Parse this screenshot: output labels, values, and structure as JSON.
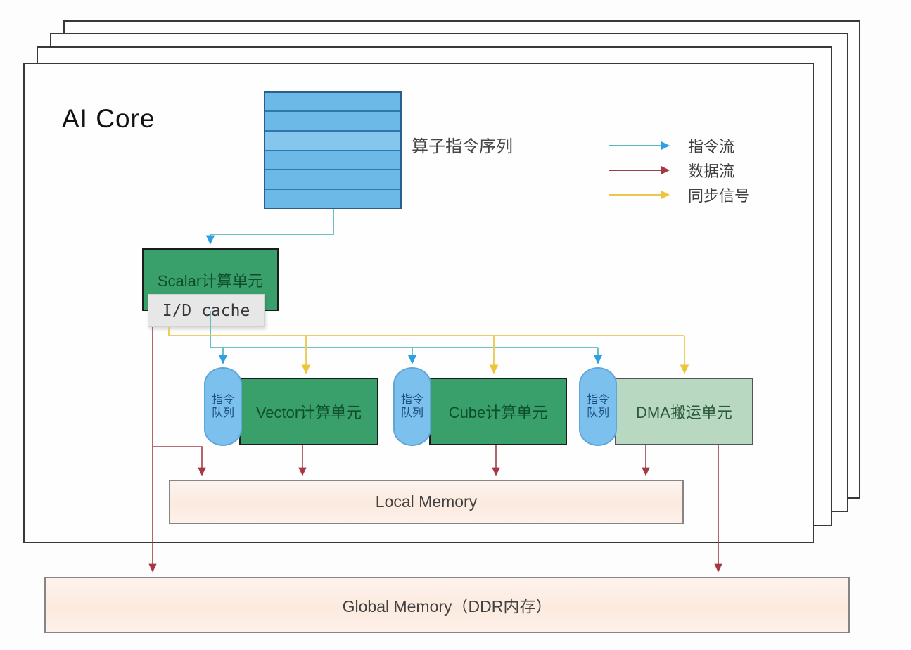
{
  "title": "AI Core",
  "instruction_queue": {
    "label": "算子指令序列",
    "rows": 6
  },
  "legend": {
    "instruction": "指令流",
    "data": "数据流",
    "sync": "同步信号"
  },
  "units": {
    "scalar": "Scalar计算单元",
    "id_cache": "I/D cache",
    "queue_line1": "指令",
    "queue_line2": "队列",
    "vector": "Vector计算单元",
    "cube": "Cube计算单元",
    "dma": "DMA搬运单元"
  },
  "memory": {
    "local": "Local Memory",
    "global": "Global Memory（DDR内存）"
  },
  "colors": {
    "instruction_line": "#57b9bd",
    "instruction_arrow": "#2d9fe2",
    "data_line": "#9c4049",
    "sync_line": "#edc64e",
    "unit_green": "#3aa06b",
    "unit_light_green": "#b9d8c1",
    "queue_blue": "#6cb9e8",
    "cylinder_blue": "#7cc1ee",
    "memory_fill": "#fdf0e8"
  }
}
